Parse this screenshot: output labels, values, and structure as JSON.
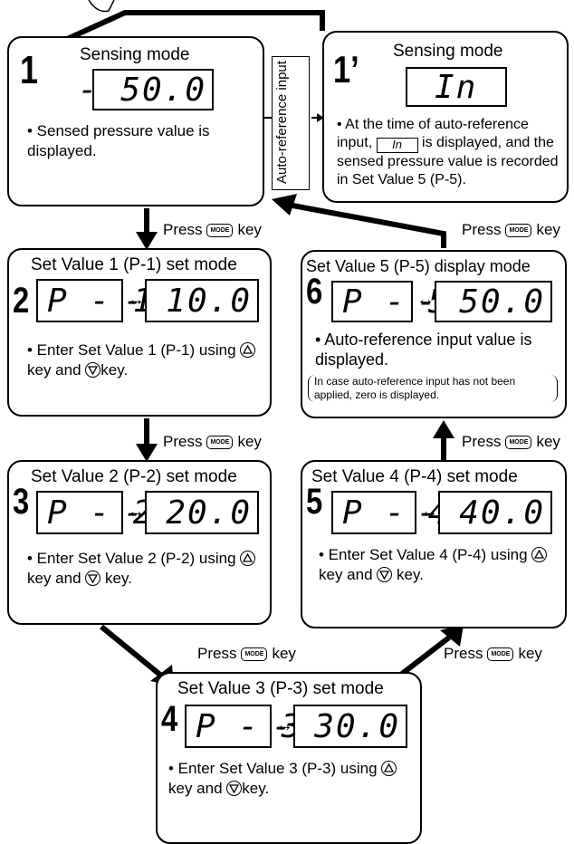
{
  "boxes": [
    {
      "num": "1",
      "title": "Sensing mode",
      "display": "- 50.0",
      "desc": "• Sensed pressure value is displayed."
    },
    {
      "num": "1’",
      "title": "Sensing mode",
      "display": "In",
      "desc_a": "• At the time of auto-reference input,",
      "inline": "In",
      "desc_b": "is displayed, and the sensed pressure value is recorded in Set Value 5 (P-5)."
    },
    {
      "num": "2",
      "title": "Set Value 1 (P-1) set mode",
      "code": "P - 1",
      "value": "- 10.0",
      "desc_a": "• Enter Set Value 1 (P-1) using",
      "desc_b": "key and",
      "desc_c": "key."
    },
    {
      "num": "3",
      "title": "Set Value 2 (P-2) set mode",
      "code": "P - 2",
      "value": "- 20.0",
      "desc_a": "• Enter Set Value 2 (P-2) using",
      "desc_b": "key and",
      "desc_c": "key."
    },
    {
      "num": "4",
      "title": "Set Value 3 (P-3) set mode",
      "code": "P - 3",
      "value": "- 30.0",
      "desc_a": "• Enter Set Value 3 (P-3) using",
      "desc_b": "key and",
      "desc_c": "key."
    },
    {
      "num": "5",
      "title": "Set Value 4 (P-4) set mode",
      "code": "P - 4",
      "value": "- 40.0",
      "desc_a": "• Enter Set Value 4 (P-4) using",
      "desc_b": "key and",
      "desc_c": "key."
    },
    {
      "num": "6",
      "title": "Set Value 5 (P-5) display mode",
      "code": "P - 5",
      "value": "- 50.0",
      "desc": "• Auto-reference input value is displayed.",
      "note": "In case auto-reference input has not been applied, zero is displayed."
    }
  ],
  "auto_reference_label": "Auto-reference input",
  "press": "Press",
  "key": "key",
  "mode_key": "MODE",
  "arrow_double": "↔"
}
